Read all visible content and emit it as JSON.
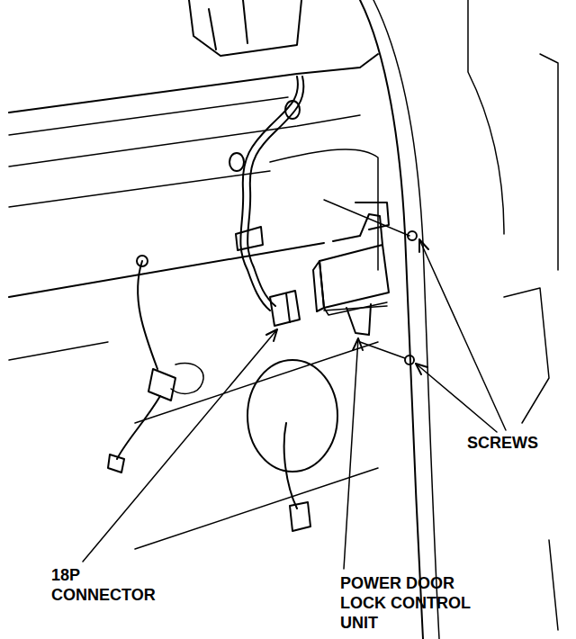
{
  "diagram": {
    "labels": [
      "SCREWS",
      "18P CONNECTOR",
      "POWER DOOR LOCK CONTROL UNIT"
    ]
  }
}
